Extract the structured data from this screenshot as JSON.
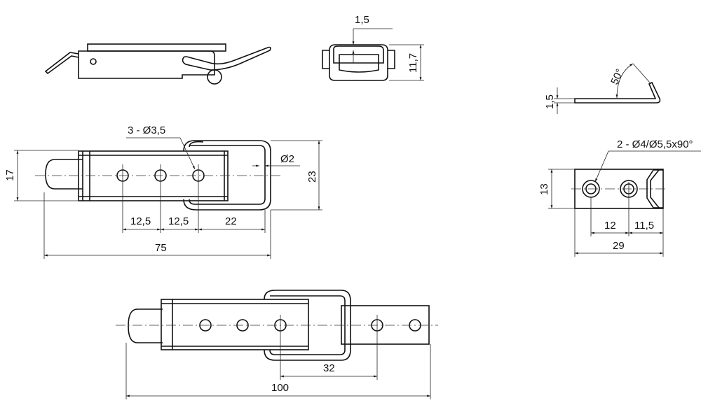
{
  "title": "Draw latch technical drawing",
  "front_view": {
    "dim_1_5": "1,5",
    "dim_11_7": "11,7"
  },
  "main_view": {
    "holes_label": "3 - Ø3,5",
    "wire_dia": "Ø2",
    "height_17": "17",
    "height_23": "23",
    "pitch_1": "12,5",
    "pitch_2": "12,5",
    "loop_offset": "22",
    "length": "75"
  },
  "assembled_view": {
    "hole_distance": "32",
    "total_length": "100"
  },
  "catch_side_view": {
    "thickness": "1,5",
    "angle": "50°"
  },
  "catch_plate_view": {
    "holes_label": "2 - Ø4/Ø5,5x90°",
    "height": "13",
    "pitch": "12",
    "edge": "11,5",
    "length": "29"
  },
  "colors": {
    "line": "#111111",
    "background": "#ffffff"
  }
}
